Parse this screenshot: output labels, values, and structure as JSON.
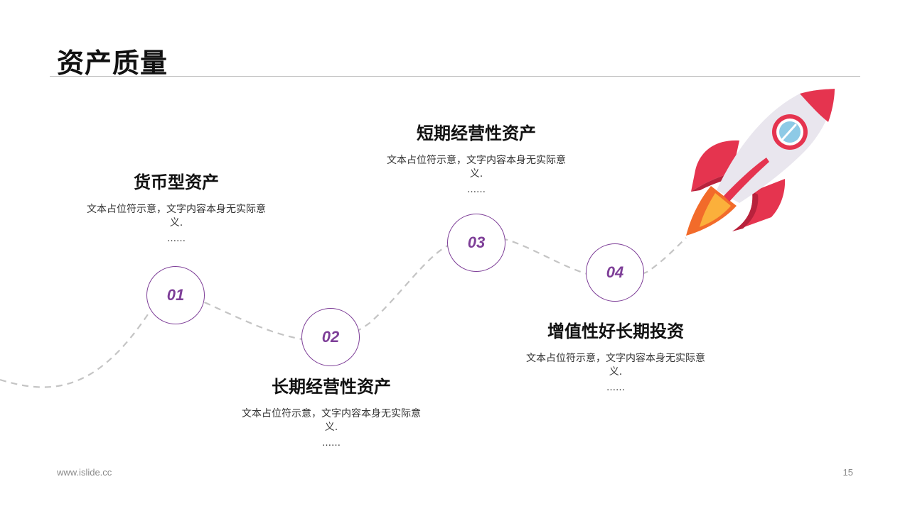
{
  "slide": {
    "title": "资产质量",
    "footer_url": "www.islide.cc",
    "page_number": "15"
  },
  "steps": [
    {
      "number": "01",
      "heading": "货币型资产",
      "text": "文本占位符示意，文字内容本身无实际意义.",
      "ellipsis": "……"
    },
    {
      "number": "02",
      "heading": "长期经营性资产",
      "text": "文本占位符示意，文字内容本身无实际意义.",
      "ellipsis": "……"
    },
    {
      "number": "03",
      "heading": "短期经营性资产",
      "text": "文本占位符示意，文字内容本身无实际意义.",
      "ellipsis": "……"
    },
    {
      "number": "04",
      "heading": "增值性好长期投资",
      "text": "文本占位符示意，文字内容本身无实际意义.",
      "ellipsis": "……"
    }
  ],
  "colors": {
    "accent_purple": "#7e3f98",
    "path_dash": "#c4c4c4",
    "rocket_red": "#e5344f",
    "rocket_dark_red": "#b8223c",
    "rocket_body": "#e9e6ee",
    "flame_orange": "#f26b2a",
    "flame_yellow": "#fbb03b"
  },
  "icons": [
    "rocket-icon"
  ]
}
